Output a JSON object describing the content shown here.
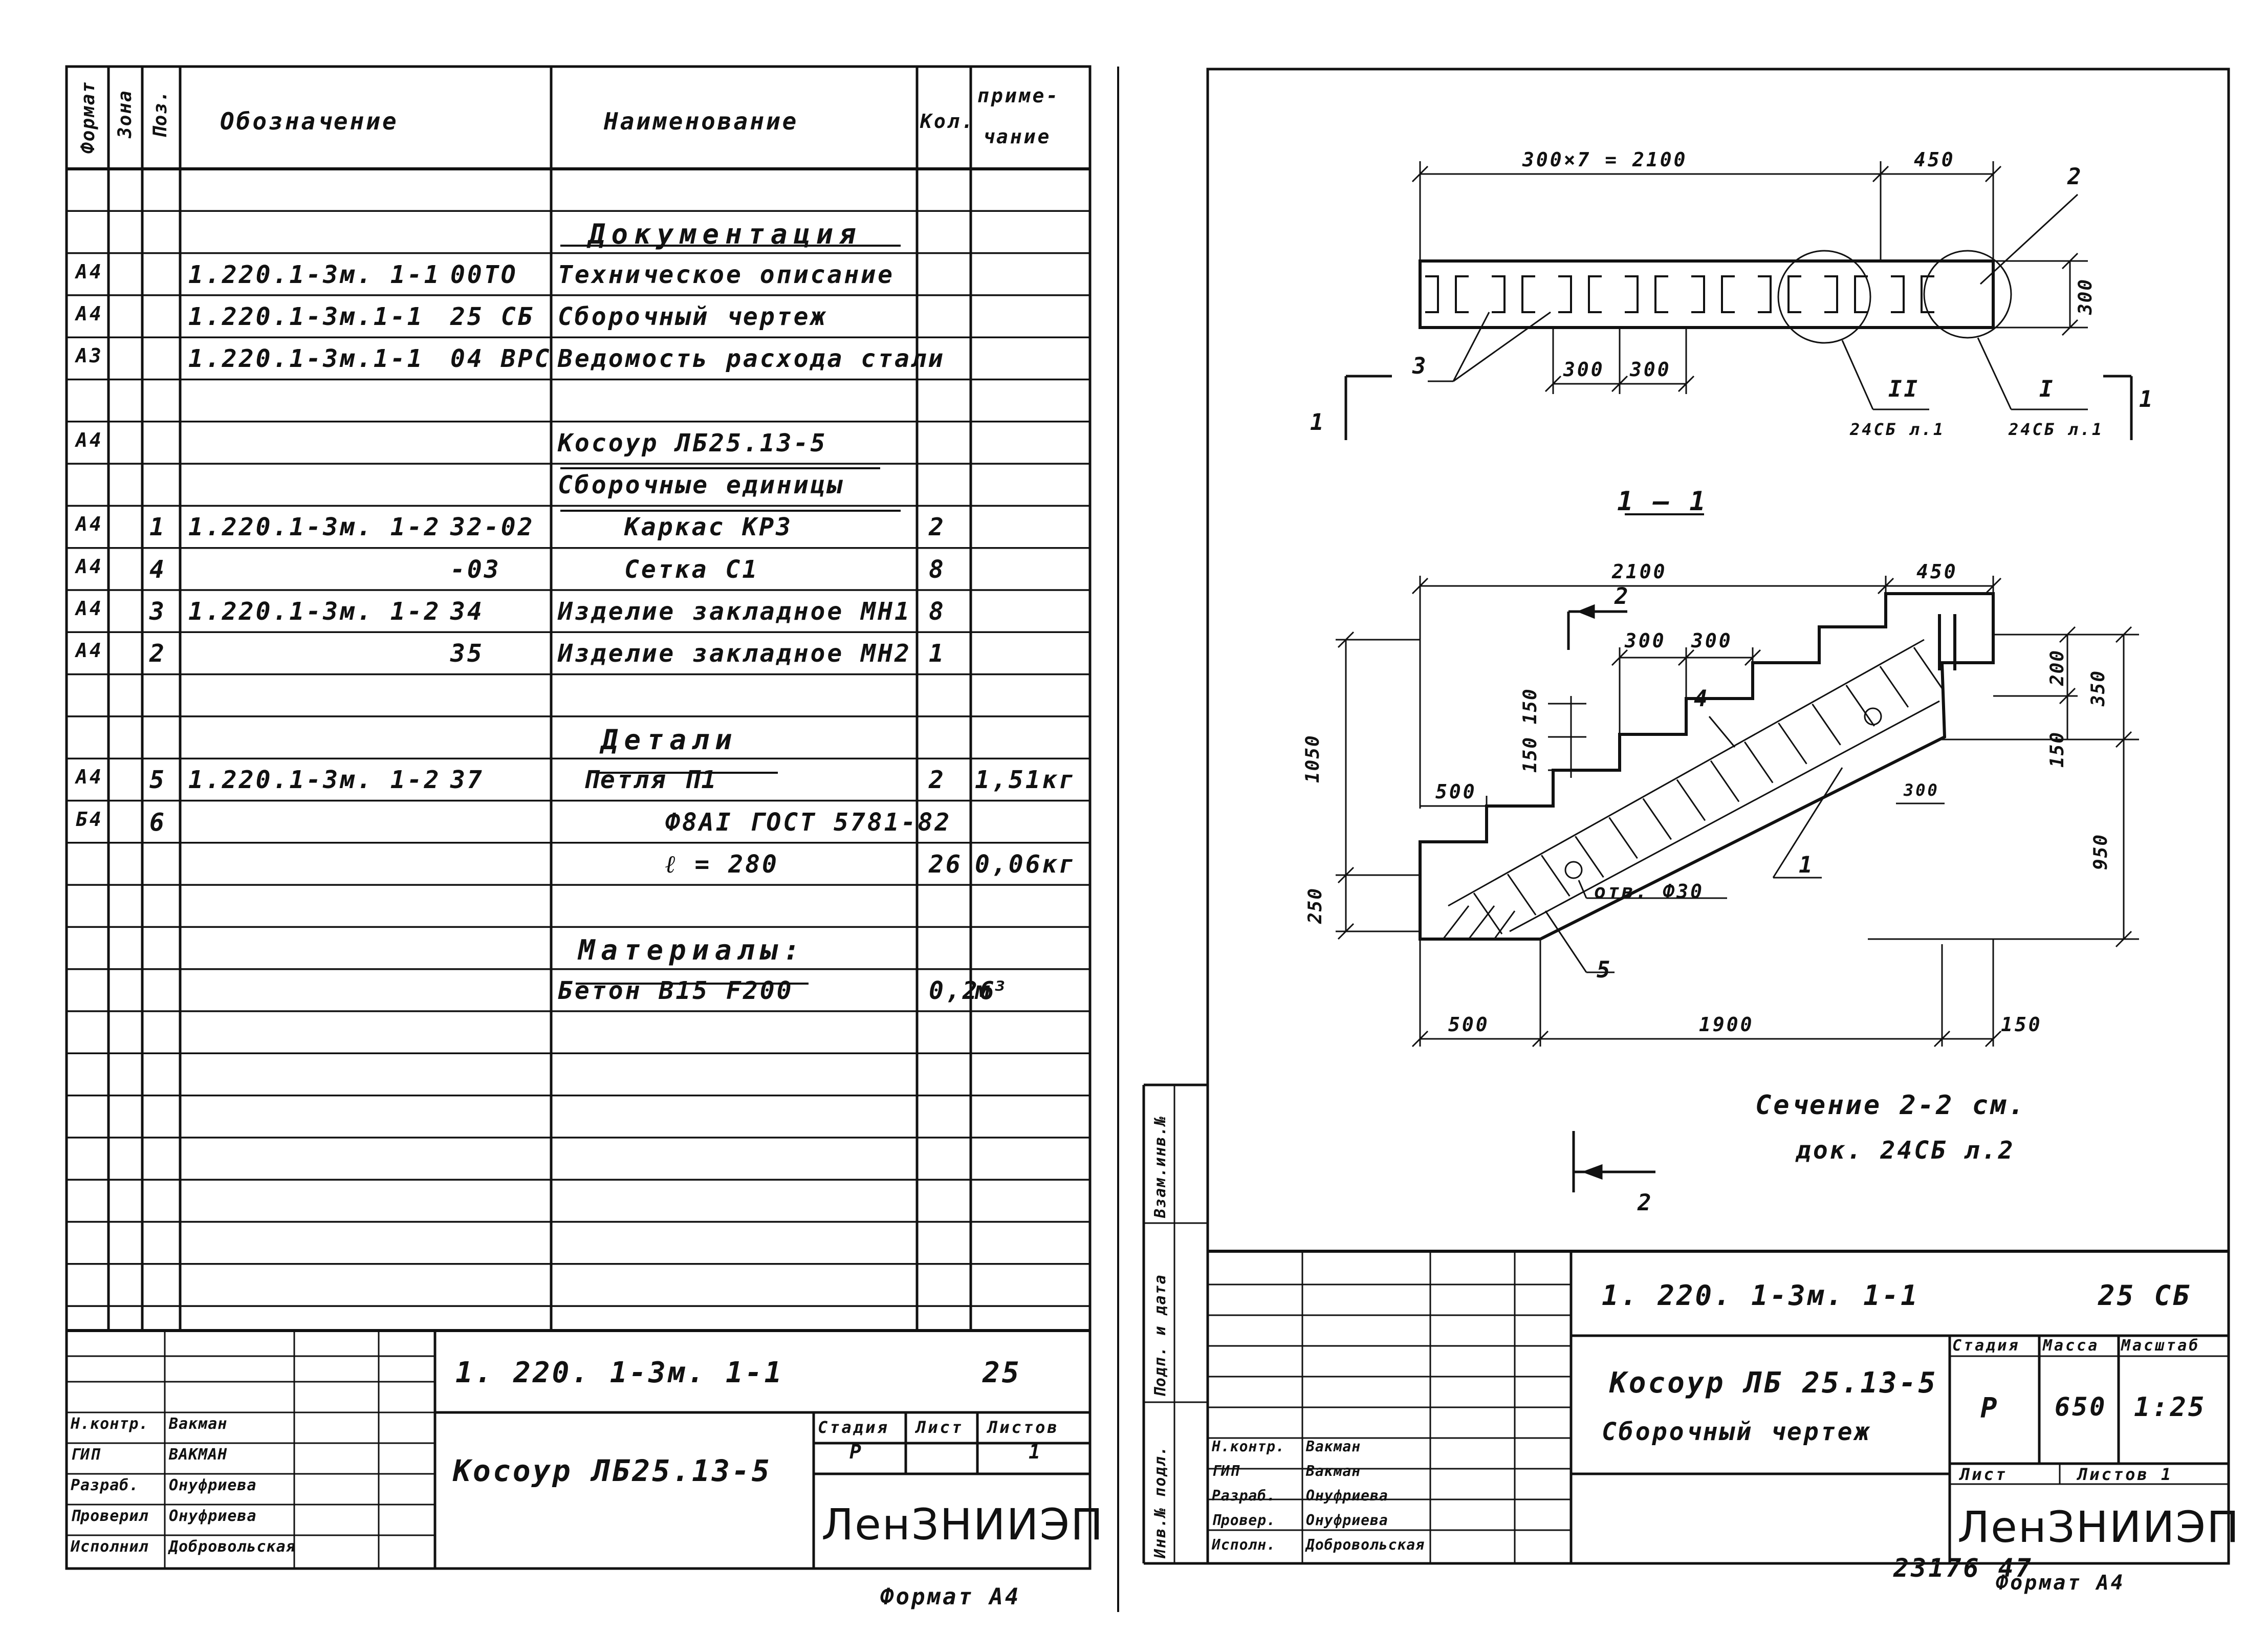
{
  "left_sheet": {
    "headers": {
      "format": "Формат",
      "zone": "Зона",
      "pos": "Поз.",
      "designation": "Обозначение",
      "name": "Наименование",
      "qty": "Кол.",
      "note_line1": "приме-",
      "note_line2": "чание"
    },
    "rows": [
      {
        "format": "",
        "pos": "",
        "designation": "",
        "code": "",
        "name": "Документация",
        "qty": "",
        "note": ""
      },
      {
        "format": "А4",
        "pos": "",
        "designation": "1.220.1-3м. 1-1",
        "code": "00ТО",
        "name": "Техническое описание",
        "qty": "",
        "note": ""
      },
      {
        "format": "А4",
        "pos": "",
        "designation": "1.220.1-3м.1-1",
        "code": "25 СБ",
        "name": "Сборочный  чертеж",
        "qty": "",
        "note": ""
      },
      {
        "format": "А3",
        "pos": "",
        "designation": "1.220.1-3м.1-1",
        "code": "04 ВРС",
        "name": "Ведомость расхода стали",
        "qty": "",
        "note": ""
      },
      {
        "format": "А4",
        "pos": "",
        "designation": "",
        "code": "",
        "name": "Косоур ЛБ25.13-5",
        "qty": "",
        "note": ""
      },
      {
        "format": "",
        "pos": "",
        "designation": "",
        "code": "",
        "name": "Сборочные единицы",
        "qty": "",
        "note": ""
      },
      {
        "format": "А4",
        "pos": "1",
        "designation": "1.220.1-3м. 1-2",
        "code": "32-02",
        "name": "Каркас  КР3",
        "qty": "2",
        "note": ""
      },
      {
        "format": "А4",
        "pos": "4",
        "designation": "",
        "code": "-03",
        "name": "Сетка    С1",
        "qty": "8",
        "note": ""
      },
      {
        "format": "А4",
        "pos": "3",
        "designation": "1.220.1-3м. 1-2",
        "code": "34",
        "name": "Изделие закладное  МН1",
        "qty": "8",
        "note": ""
      },
      {
        "format": "А4",
        "pos": "2",
        "designation": "",
        "code": "35",
        "name": "Изделие закладное  МН2",
        "qty": "1",
        "note": ""
      },
      {
        "format": "",
        "pos": "",
        "designation": "",
        "code": "",
        "name": "Детали",
        "qty": "",
        "note": ""
      },
      {
        "format": "А4",
        "pos": "5",
        "designation": "1.220.1-3м. 1-2",
        "code": "37",
        "name": "Петля     П1",
        "qty": "2",
        "note": "1,51кг"
      },
      {
        "format": "Б4",
        "pos": "6",
        "designation": "",
        "code": "",
        "name": "Ф8АI ГОСТ 5781-82",
        "qty": "",
        "note": ""
      },
      {
        "format": "",
        "pos": "",
        "designation": "",
        "code": "",
        "name": "ℓ = 280",
        "qty": "26",
        "note": "0,06кг"
      },
      {
        "format": "",
        "pos": "",
        "designation": "",
        "code": "",
        "name": "Материалы:",
        "qty": "",
        "note": ""
      },
      {
        "format": "",
        "pos": "",
        "designation": "",
        "code": "",
        "name": "Бетон  В15    F200",
        "qty": "0,26",
        "note": "м³"
      }
    ],
    "title_block": {
      "doc_number": "1. 220. 1-3м. 1-1",
      "sheet_code": "25",
      "title": "Косоур ЛБ25.13-5",
      "stage_label": "Стадия",
      "sheet_label": "Лист",
      "sheets_label": "Листов",
      "stage": "Р",
      "sheets": "1",
      "org": "ЛенЗНИИЭП",
      "roles": [
        {
          "role": "Н.контр.",
          "name": "Вакман"
        },
        {
          "role": "ГИП",
          "name": "ВАКМАН"
        },
        {
          "role": "Разраб.",
          "name": "Онуфриева"
        },
        {
          "role": "Проверил",
          "name": "Онуфриева"
        },
        {
          "role": "Исполнил",
          "name": "Добровольская"
        }
      ]
    },
    "format_label": "Формат А4"
  },
  "right_sheet": {
    "plan": {
      "dim_total": "300×7 = 2100",
      "dim_end": "450",
      "dim_height": "300",
      "dim_step1": "300",
      "dim_step2": "300",
      "mark_3": "3",
      "mark_2": "2",
      "node_II": "II",
      "node_II_ref": "24СБ л.1",
      "node_I": "I",
      "node_I_ref": "24СБ л.1",
      "cut_left": "1",
      "cut_right": "1"
    },
    "section": {
      "title": "1 — 1",
      "dim_2100": "2100",
      "dim_450": "450",
      "dim_300a": "300",
      "dim_300b": "300",
      "dim_1050": "1050",
      "dim_150_150": "150 150",
      "dim_500_top": "500",
      "dim_250": "250",
      "dim_200": "200",
      "dim_350": "350",
      "dim_150_right": "150",
      "dim_300_right": "300",
      "dim_950": "950",
      "dim_500_bot": "500",
      "dim_1900": "1900",
      "dim_150_bot": "150",
      "mark_2": "2",
      "mark_4": "4",
      "mark_1": "1",
      "mark_5": "5",
      "hole": "отв. Ф30",
      "cut_arrow_2": "2"
    },
    "section_note_line1": "Сечение  2-2  см.",
    "section_note_line2": "док. 24СБ л.2",
    "side_labels": [
      "Взам.инв.№",
      "Подп. и дата",
      "Инв.№ подл."
    ],
    "title_block": {
      "doc_number": "1. 220. 1-3м. 1-1",
      "sheet_code": "25 СБ",
      "title_line1": "Косоур ЛБ 25.13-5",
      "title_line2": "Сборочный  чертеж",
      "stage_label": "Стадия",
      "mass_label": "Масса",
      "scale_label": "Масштаб",
      "stage": "Р",
      "mass": "650",
      "scale": "1:25",
      "sheet_label": "Лист",
      "sheets_label": "Листов 1",
      "org": "ЛенЗНИИЭП",
      "roles": [
        {
          "role": "Н.контр.",
          "name": "Вакман"
        },
        {
          "role": "ГИП",
          "name": "Вакман"
        },
        {
          "role": "Разраб.",
          "name": "Онуфриева"
        },
        {
          "role": "Провер.",
          "name": "Онуфриева"
        },
        {
          "role": "Исполн.",
          "name": "Добровольская"
        }
      ]
    },
    "bottom_number": "23176  47",
    "format_label": "Формат А4"
  }
}
